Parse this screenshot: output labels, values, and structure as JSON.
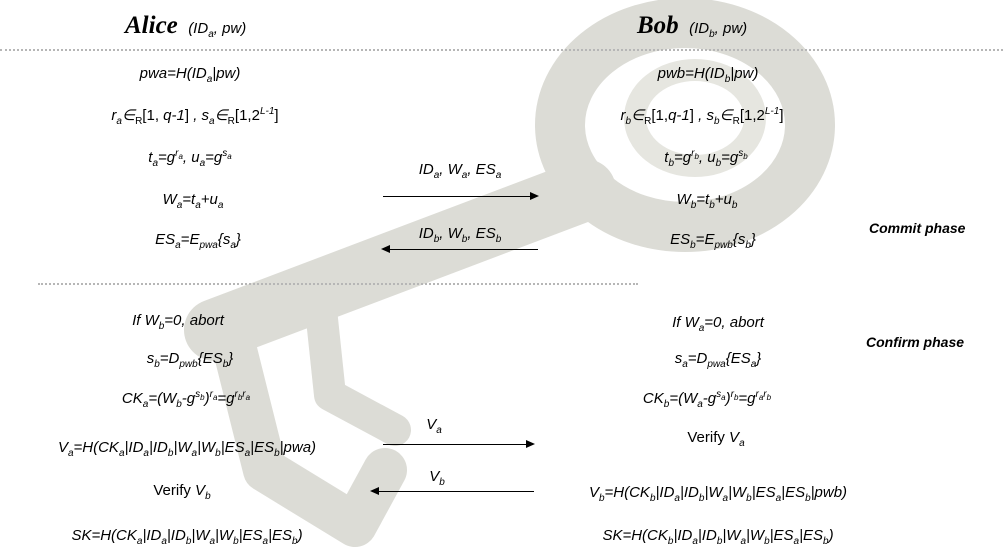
{
  "parties": {
    "alice": {
      "name": "Alice",
      "params_pre": "(ID",
      "params_sub": "a",
      "params_post": ", pw)"
    },
    "bob": {
      "name": "Bob",
      "params_pre": "(ID",
      "params_sub": "b",
      "params_post": ", pw)"
    }
  },
  "messages": {
    "m1": {
      "id_sub": "a",
      "w_sub": "a",
      "es_sub": "a",
      "direction": "alice-to-bob"
    },
    "m2": {
      "id_sub": "b",
      "w_sub": "b",
      "es_sub": "b",
      "direction": "bob-to-alice"
    },
    "m3": {
      "label": "V",
      "sub": "a",
      "direction": "alice-to-bob"
    },
    "m4": {
      "label": "V",
      "sub": "b",
      "direction": "bob-to-alice"
    }
  },
  "phases": {
    "commit": "Commit phase",
    "confirm": "Confirm phase"
  },
  "text": {
    "abort": "abort",
    "verify": "Verify"
  },
  "colors": {
    "watermark": "#dcdcd6",
    "separator": "#b6b6b6",
    "text": "#000000"
  }
}
